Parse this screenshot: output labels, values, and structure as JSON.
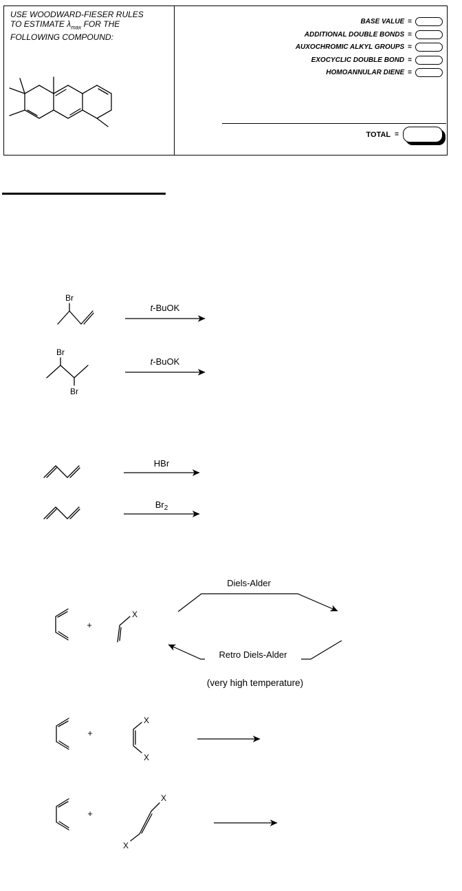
{
  "panel": {
    "line1": "USE WOODWARD-FIESER RULES",
    "line2_pre": "TO ESTIMATE ",
    "lambda": "λ",
    "lambda_sub": "max",
    "line2_post": " FOR THE",
    "line3": "FOLLOWING COMPOUND:",
    "rows": [
      "BASE VALUE",
      "ADDITIONAL DOUBLE BONDS",
      "AUXOCHROMIC ALKYL GROUPS",
      "EXOCYCLIC DOUBLE BOND",
      "HOMOANNULAR DIENE"
    ],
    "eq": "=",
    "total_label": "TOTAL"
  },
  "rxn": {
    "br": "Br",
    "tbuok_t": "t",
    "tbuok_rest": "-BuOK",
    "hbr": "HBr",
    "br2_base": "Br",
    "br2_sub": "2",
    "plus": "+",
    "x": "X",
    "da_fwd": "Diels-Alder",
    "da_rev": "Retro Diels-Alder",
    "da_note": "(very high temperature)"
  }
}
